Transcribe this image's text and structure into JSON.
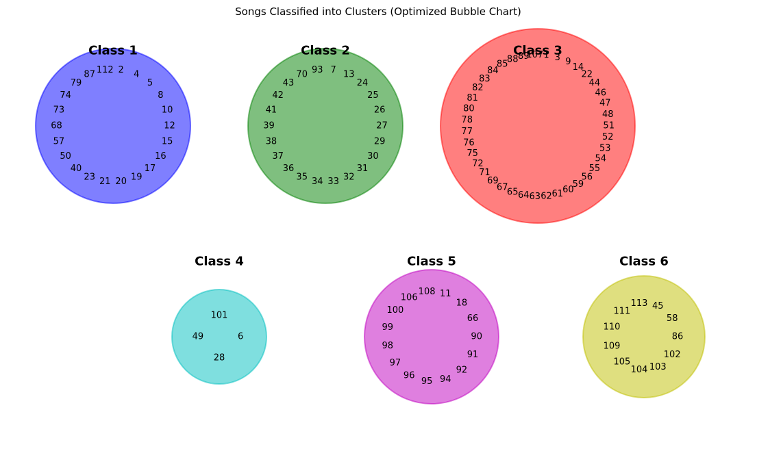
{
  "chart_data": {
    "type": "bubble",
    "title": "Songs Classified into Clusters (Optimized Bubble Chart)",
    "clusters": [
      {
        "name": "Class 1",
        "color": "#0000ff",
        "songs": [
          "12",
          "10",
          "8",
          "5",
          "4",
          "2",
          "112",
          "87",
          "79",
          "74",
          "73",
          "68",
          "57",
          "50",
          "40",
          "23",
          "21",
          "20",
          "19",
          "17",
          "16",
          "15"
        ]
      },
      {
        "name": "Class 2",
        "color": "#008000",
        "songs": [
          "27",
          "26",
          "25",
          "24",
          "13",
          "7",
          "93",
          "70",
          "43",
          "42",
          "41",
          "39",
          "38",
          "37",
          "36",
          "35",
          "34",
          "33",
          "32",
          "31",
          "30",
          "29"
        ]
      },
      {
        "name": "Class 3",
        "color": "#ff0000",
        "songs": [
          "51",
          "48",
          "47",
          "46",
          "44",
          "22",
          "14",
          "9",
          "3",
          "1",
          "107",
          "89",
          "88",
          "85",
          "84",
          "83",
          "82",
          "81",
          "80",
          "78",
          "77",
          "76",
          "75",
          "72",
          "71",
          "69",
          "67",
          "65",
          "64",
          "63",
          "62",
          "61",
          "60",
          "59",
          "56",
          "55",
          "54",
          "53",
          "52"
        ]
      },
      {
        "name": "Class 4",
        "color": "#00bfbf",
        "songs": [
          "6",
          "101",
          "49",
          "28"
        ]
      },
      {
        "name": "Class 5",
        "color": "#bf00bf",
        "songs": [
          "90",
          "66",
          "18",
          "11",
          "108",
          "106",
          "100",
          "99",
          "98",
          "97",
          "96",
          "95",
          "94",
          "92",
          "91"
        ]
      },
      {
        "name": "Class 6",
        "color": "#bfbf00",
        "songs": [
          "86",
          "58",
          "45",
          "113",
          "111",
          "110",
          "109",
          "105",
          "104",
          "103",
          "102"
        ]
      }
    ]
  }
}
